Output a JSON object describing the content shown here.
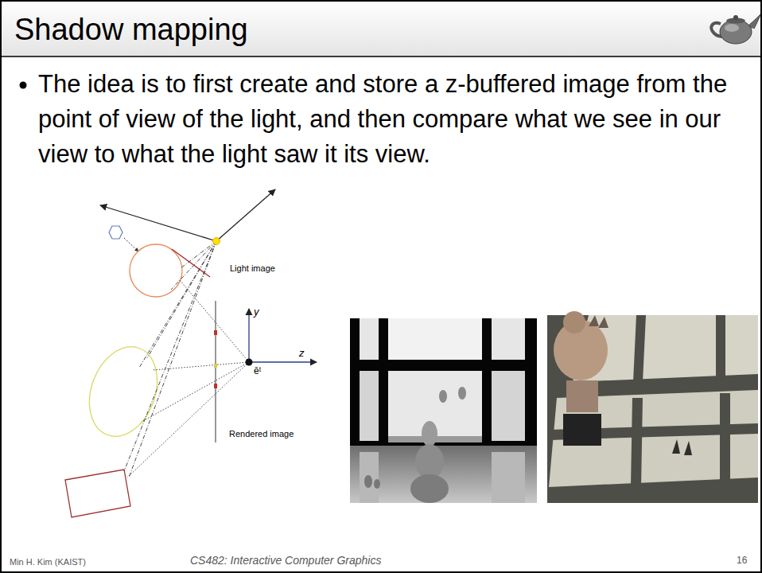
{
  "diagram": {
    "title": "Shadow mapping",
    "labels": [
      "The idea is to first create and store a z-buffered image from the point of view of the light, and then compare what we see in our view to what the light saw it its view.",
      "Light image",
      "y",
      "z",
      "ēᵗ",
      "Rendered image",
      "Min H. Kim (KAIST)",
      "CS482: Interactive Computer Graphics",
      "16"
    ]
  }
}
